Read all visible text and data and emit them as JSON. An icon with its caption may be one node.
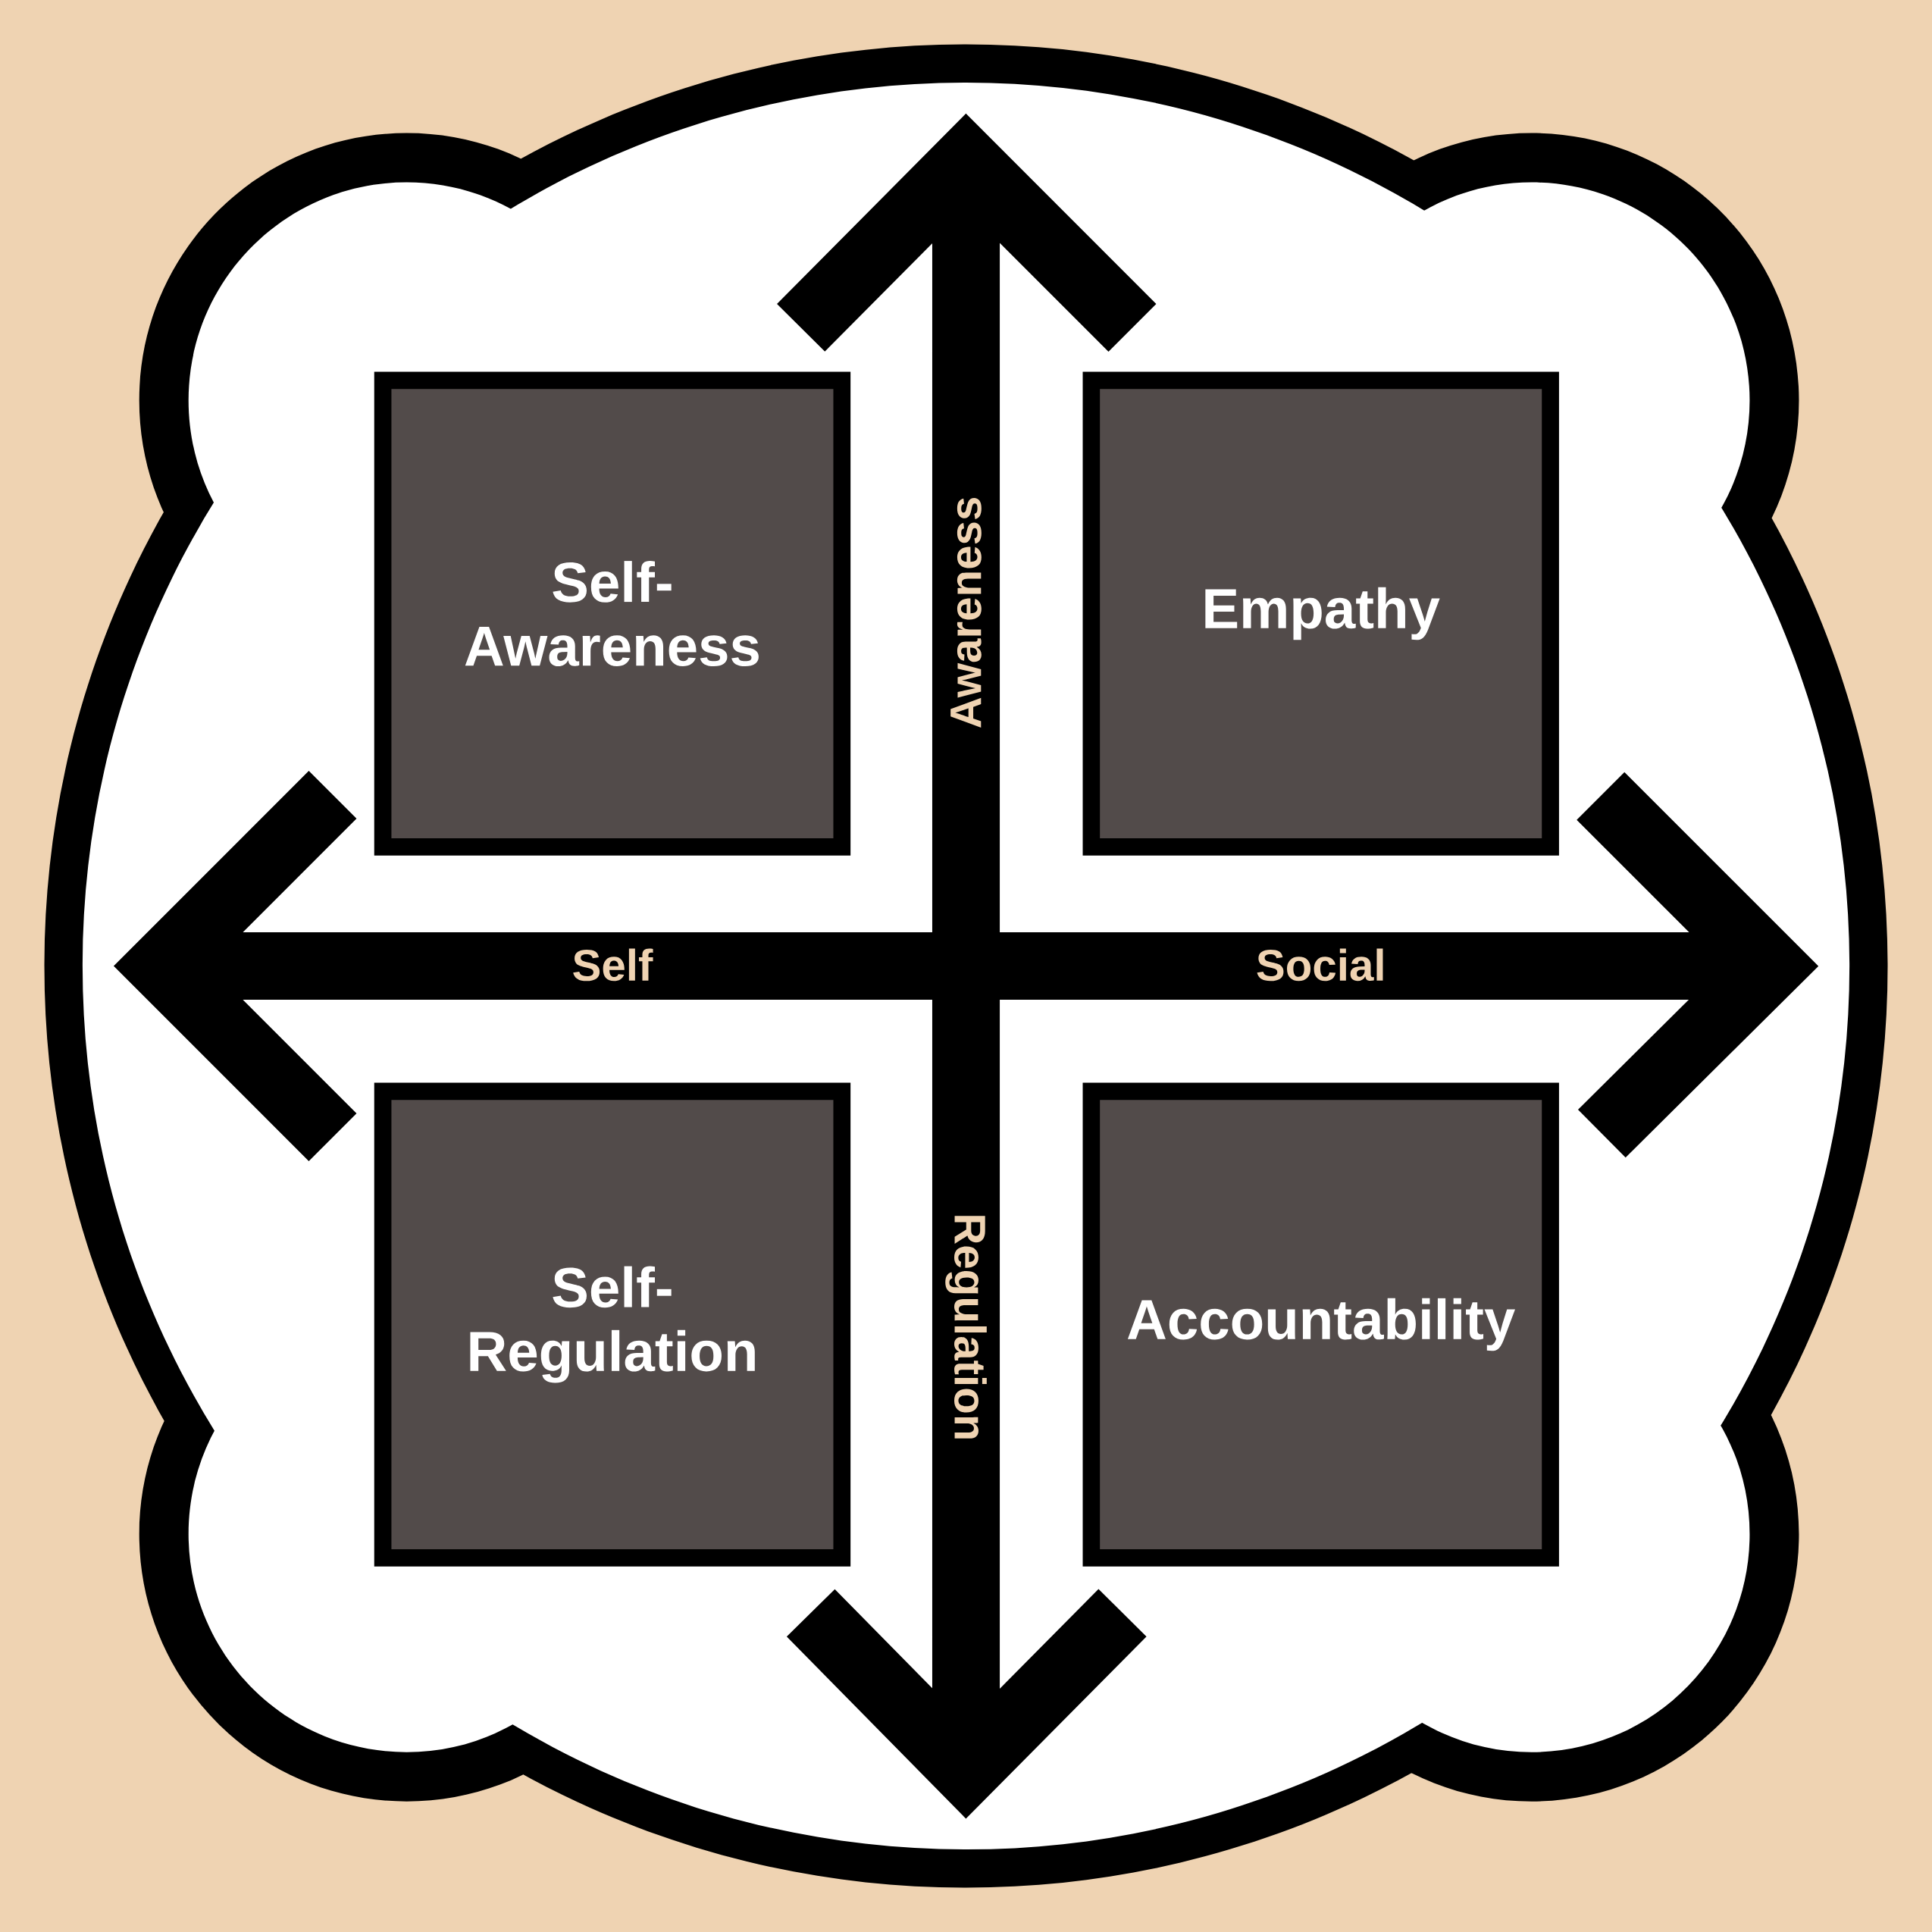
{
  "diagram": {
    "nodes": [
      {
        "text": [
          "Self-Awareness"
        ]
      },
      {
        "text": [
          "Empathy"
        ]
      },
      {
        "text": [
          "Self-Regulation"
        ]
      },
      {
        "text": [
          "Accountability"
        ]
      }
    ],
    "labels": [
      "Awareness",
      "Self",
      "Social",
      "Regulation"
    ]
  }
}
